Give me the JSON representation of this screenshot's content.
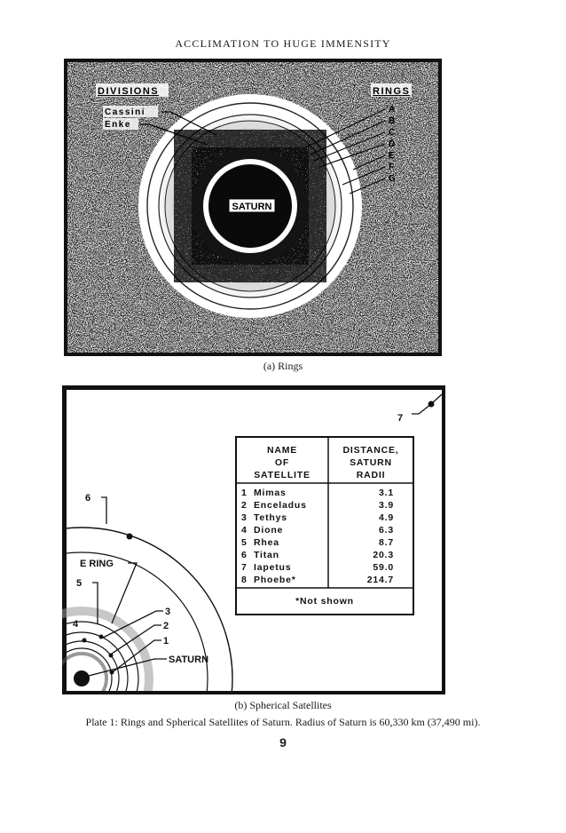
{
  "running_head": "ACCLIMATION TO HUGE IMMENSITY",
  "figure_a": {
    "divisions_heading": "DIVISIONS",
    "divisions": [
      "Cassini",
      "Enke"
    ],
    "rings_heading": "RINGS",
    "rings": [
      "A",
      "B",
      "C",
      "D",
      "E",
      "F",
      "G"
    ],
    "planet_label": "SATURN",
    "caption": "(a) Rings"
  },
  "figure_b": {
    "table": {
      "header_name": [
        "NAME",
        "OF",
        "SATELLITE"
      ],
      "header_distance": [
        "DISTANCE,",
        "SATURN",
        "RADII"
      ],
      "rows": [
        {
          "num": "1",
          "name": "Mimas",
          "distance": "3.1"
        },
        {
          "num": "2",
          "name": "Enceladus",
          "distance": "3.9"
        },
        {
          "num": "3",
          "name": "Tethys",
          "distance": "4.9"
        },
        {
          "num": "4",
          "name": "Dione",
          "distance": "6.3"
        },
        {
          "num": "5",
          "name": "Rhea",
          "distance": "8.7"
        },
        {
          "num": "6",
          "name": "Titan",
          "distance": "20.3"
        },
        {
          "num": "7",
          "name": "Iapetus",
          "distance": "59.0"
        },
        {
          "num": "8",
          "name": "Phoebe*",
          "distance": "214.7"
        }
      ],
      "footnote": "*Not shown"
    },
    "labels": {
      "e_ring": "E RING",
      "saturn": "SATURN",
      "sat_7": "7",
      "sat_6": "6",
      "sat_5": "5",
      "sat_4": "4",
      "sat_3": "3",
      "sat_2": "2",
      "sat_1": "1"
    },
    "caption": "(b) Spherical Satellites"
  },
  "plate_caption": "Plate 1: Rings and Spherical Satellites of Saturn. Radius of Saturn is 60,330 km (37,490 mi).",
  "page_number": "9"
}
